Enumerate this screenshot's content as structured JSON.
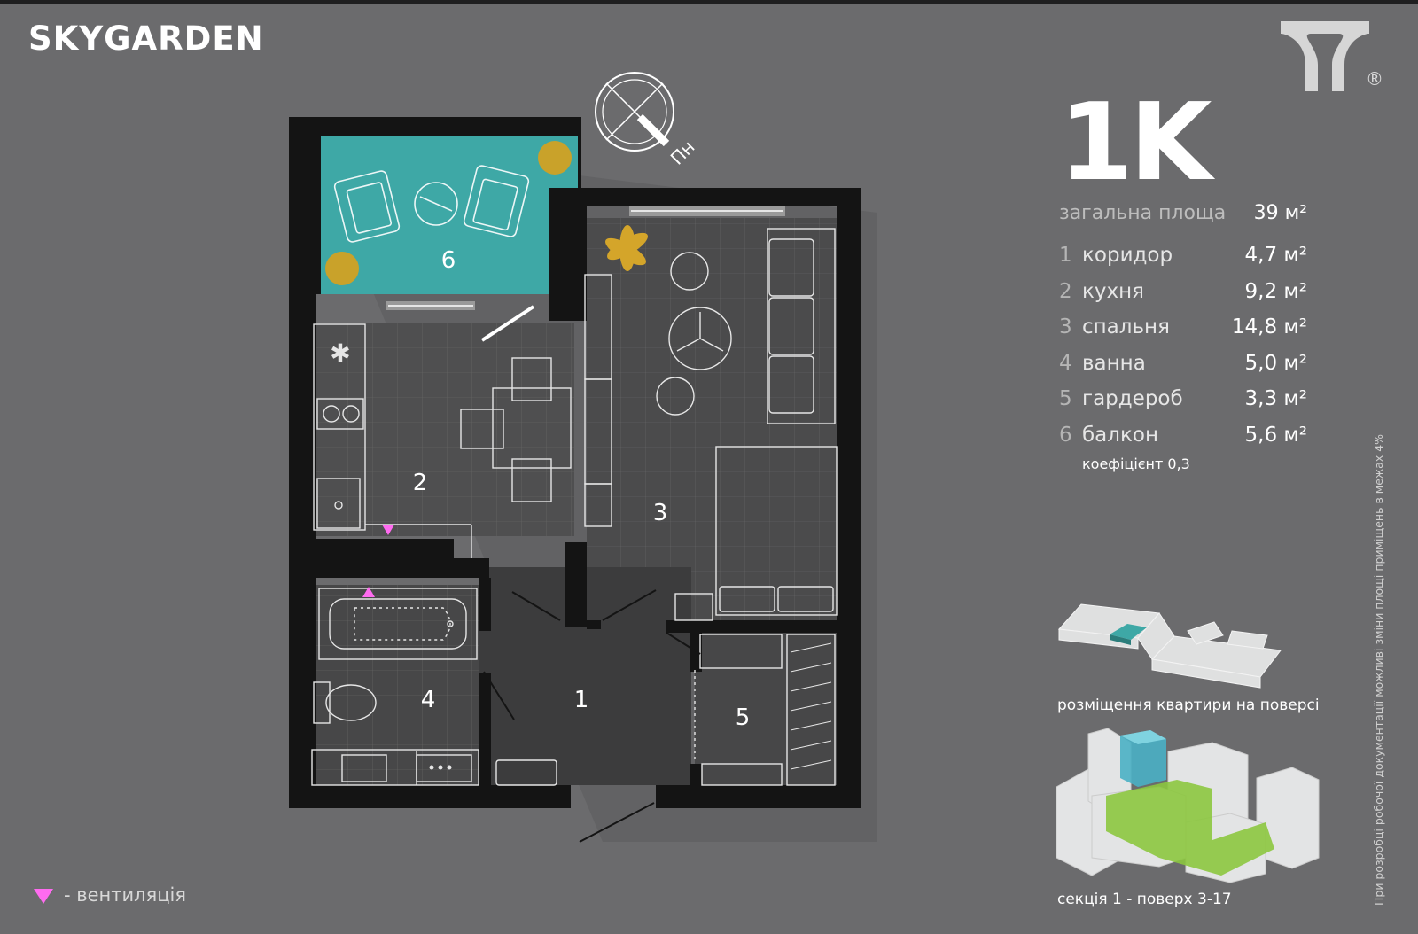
{
  "brand": "SKYGARDEN",
  "logo": {
    "icon": "developer-logo-icon",
    "registered": "®"
  },
  "compass": {
    "label": "Пн"
  },
  "plan": {
    "type": "1K"
  },
  "total": {
    "label": "загальна площа",
    "value": "39 м²"
  },
  "rooms": [
    {
      "num": "1",
      "name": "коридор",
      "area": "4,7 м²"
    },
    {
      "num": "2",
      "name": "кухня",
      "area": "9,2 м²"
    },
    {
      "num": "3",
      "name": "спальня",
      "area": "14,8 м²"
    },
    {
      "num": "4",
      "name": "ванна",
      "area": "5,0 м²"
    },
    {
      "num": "5",
      "name": "гардероб",
      "area": "3,3 м²"
    },
    {
      "num": "6",
      "name": "балкон",
      "area": "5,6 м²"
    }
  ],
  "coefficient": "коефіцієнт 0,3",
  "placement_caption": "розміщення квартири на поверсі",
  "section_caption": "секція 1 - поверх 3-17",
  "note": "При розробці робочої документації можливі зміни площі приміщень в межах 4%",
  "legend": {
    "ventilation": "- вентиляція"
  },
  "colors": {
    "background": "#6b6b6d",
    "walls": "#141414",
    "balcony": "#3ea8a6",
    "accent": "#ff6bf0",
    "green": "#8cc63f"
  }
}
